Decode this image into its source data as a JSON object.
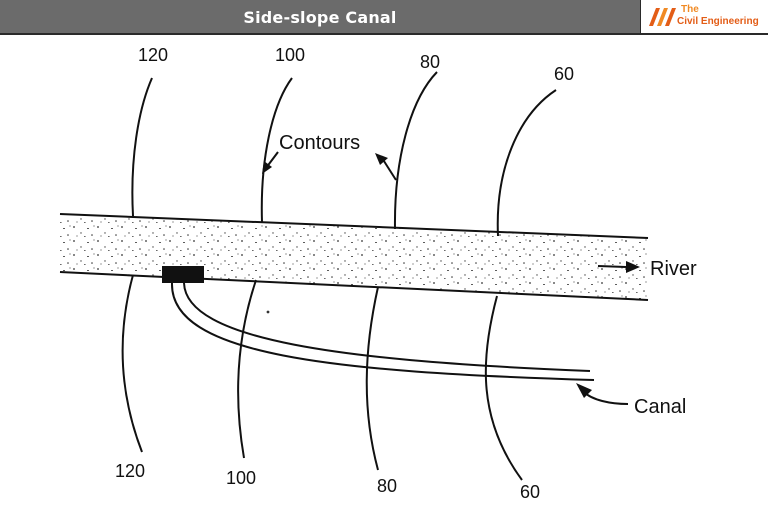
{
  "header": {
    "title": "Side-slope Canal"
  },
  "logo": {
    "line1": "The",
    "line2": "Civil Engineering",
    "icon": "stripes-logo-icon"
  },
  "diagram": {
    "contour_labels_top": [
      "120",
      "100",
      "80",
      "60"
    ],
    "contour_labels_bottom": [
      "120",
      "100",
      "80",
      "60"
    ],
    "contours_label": "Contours",
    "river_label": "River",
    "canal_label": "Canal"
  },
  "colors": {
    "header_bg": "#6b6b6b",
    "logo_orange": "#e35d17",
    "ink": "#111111"
  }
}
